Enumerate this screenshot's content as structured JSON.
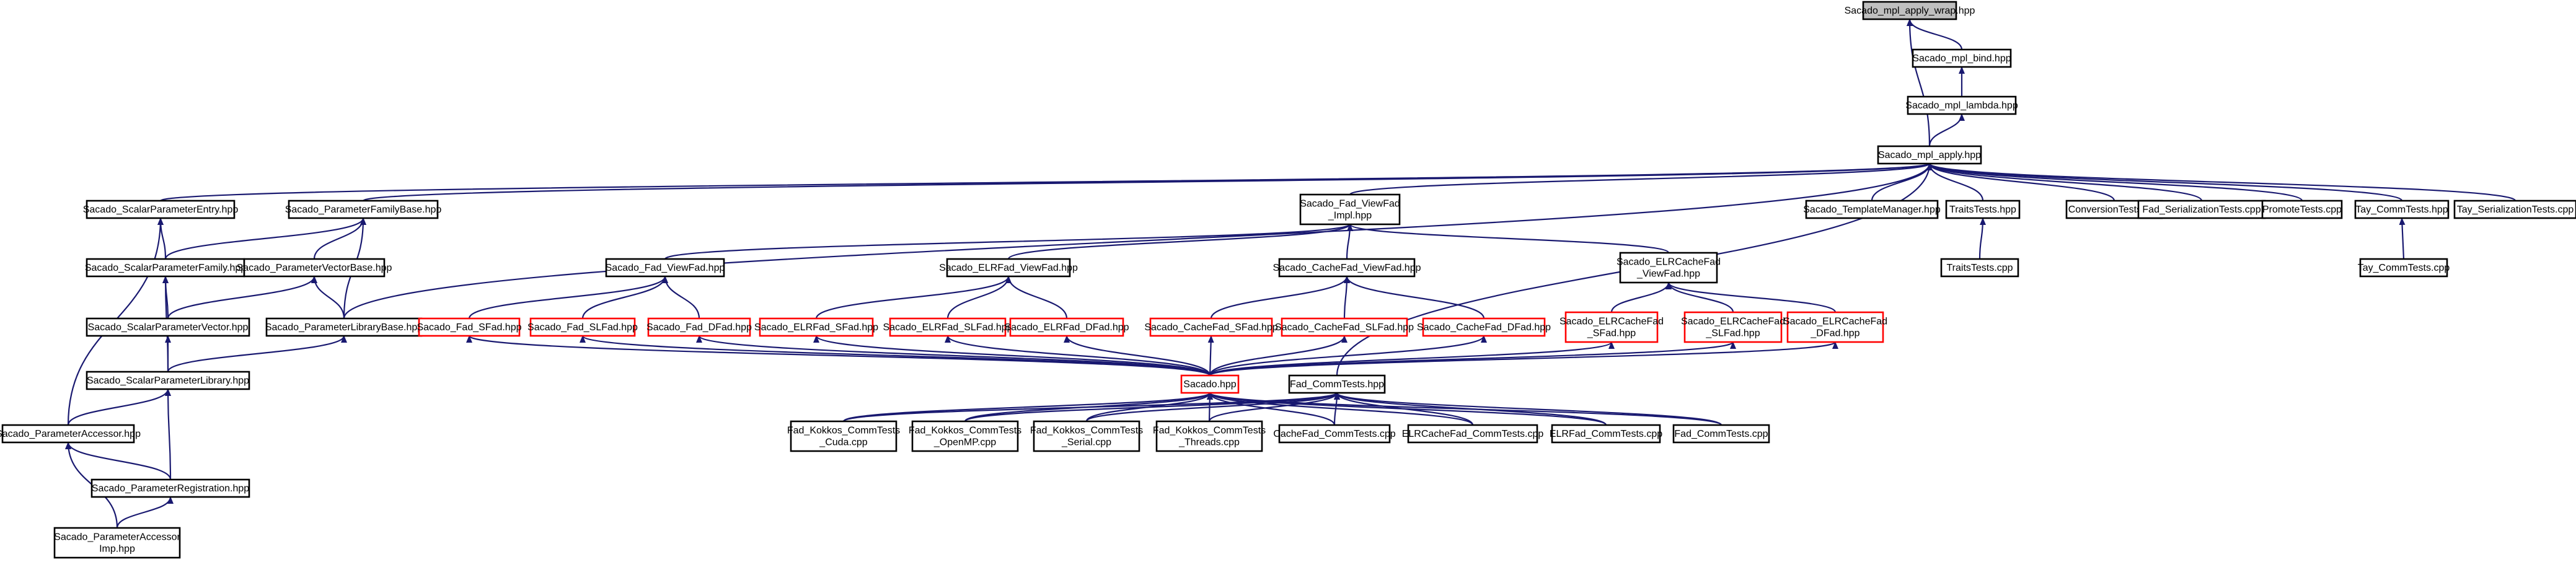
{
  "title": "Sacado_mpl_apply_wrap.hpp",
  "colors": {
    "edge": "#191970",
    "node_border": "#000000",
    "node_border_incomplete": "#ff0000",
    "root_fill": "#bfbfbf",
    "background": "#ffffff"
  },
  "nodes": [
    {
      "id": "apply_wrap",
      "lines": [
        "Sacado_mpl_apply_wrap.hpp"
      ],
      "style": "root"
    },
    {
      "id": "bind",
      "lines": [
        "Sacado_mpl_bind.hpp"
      ],
      "style": "normal"
    },
    {
      "id": "lambda",
      "lines": [
        "Sacado_mpl_lambda.hpp"
      ],
      "style": "normal"
    },
    {
      "id": "apply",
      "lines": [
        "Sacado_mpl_apply.hpp"
      ],
      "style": "normal"
    },
    {
      "id": "scalar_entry",
      "lines": [
        "Sacado_ScalarParameterEntry.hpp"
      ],
      "style": "normal"
    },
    {
      "id": "family_base",
      "lines": [
        "Sacado_ParameterFamilyBase.hpp"
      ],
      "style": "normal"
    },
    {
      "id": "viewfad_impl",
      "lines": [
        "Sacado_Fad_ViewFad",
        "_Impl.hpp"
      ],
      "style": "normal"
    },
    {
      "id": "template_manager",
      "lines": [
        "Sacado_TemplateManager.hpp"
      ],
      "style": "normal"
    },
    {
      "id": "traits_hpp",
      "lines": [
        "TraitsTests.hpp"
      ],
      "style": "normal"
    },
    {
      "id": "conversion",
      "lines": [
        "ConversionTests.cpp"
      ],
      "style": "normal"
    },
    {
      "id": "fad_serial",
      "lines": [
        "Fad_SerializationTests.cpp"
      ],
      "style": "normal"
    },
    {
      "id": "promote",
      "lines": [
        "PromoteTests.cpp"
      ],
      "style": "normal"
    },
    {
      "id": "tay_comm_hpp",
      "lines": [
        "Tay_CommTests.hpp"
      ],
      "style": "normal"
    },
    {
      "id": "tay_serial",
      "lines": [
        "Tay_SerializationTests.cpp"
      ],
      "style": "normal"
    },
    {
      "id": "scalar_family",
      "lines": [
        "Sacado_ScalarParameterFamily.hpp"
      ],
      "style": "normal"
    },
    {
      "id": "vector_base",
      "lines": [
        "Sacado_ParameterVectorBase.hpp"
      ],
      "style": "normal"
    },
    {
      "id": "fad_viewfad",
      "lines": [
        "Sacado_Fad_ViewFad.hpp"
      ],
      "style": "normal"
    },
    {
      "id": "elr_viewfad",
      "lines": [
        "Sacado_ELRFad_ViewFad.hpp"
      ],
      "style": "normal"
    },
    {
      "id": "cache_viewfad",
      "lines": [
        "Sacado_CacheFad_ViewFad.hpp"
      ],
      "style": "normal"
    },
    {
      "id": "elrcache_viewfad",
      "lines": [
        "Sacado_ELRCacheFad",
        "_ViewFad.hpp"
      ],
      "style": "normal"
    },
    {
      "id": "traits_cpp",
      "lines": [
        "TraitsTests.cpp"
      ],
      "style": "normal"
    },
    {
      "id": "tay_comm_cpp",
      "lines": [
        "Tay_CommTests.cpp"
      ],
      "style": "normal"
    },
    {
      "id": "scalar_vector",
      "lines": [
        "Sacado_ScalarParameterVector.hpp"
      ],
      "style": "normal"
    },
    {
      "id": "library_base",
      "lines": [
        "Sacado_ParameterLibraryBase.hpp"
      ],
      "style": "normal"
    },
    {
      "id": "fad_sfad",
      "lines": [
        "Sacado_Fad_SFad.hpp"
      ],
      "style": "red"
    },
    {
      "id": "fad_slfad",
      "lines": [
        "Sacado_Fad_SLFad.hpp"
      ],
      "style": "red"
    },
    {
      "id": "fad_dfad",
      "lines": [
        "Sacado_Fad_DFad.hpp"
      ],
      "style": "red"
    },
    {
      "id": "elr_sfad",
      "lines": [
        "Sacado_ELRFad_SFad.hpp"
      ],
      "style": "red"
    },
    {
      "id": "elr_slfad",
      "lines": [
        "Sacado_ELRFad_SLFad.hpp"
      ],
      "style": "red"
    },
    {
      "id": "elr_dfad",
      "lines": [
        "Sacado_ELRFad_DFad.hpp"
      ],
      "style": "red"
    },
    {
      "id": "cache_sfad",
      "lines": [
        "Sacado_CacheFad_SFad.hpp"
      ],
      "style": "red"
    },
    {
      "id": "cache_slfad",
      "lines": [
        "Sacado_CacheFad_SLFad.hpp"
      ],
      "style": "red"
    },
    {
      "id": "cache_dfad",
      "lines": [
        "Sacado_CacheFad_DFad.hpp"
      ],
      "style": "red"
    },
    {
      "id": "elrcache_sfad",
      "lines": [
        "Sacado_ELRCacheFad",
        "_SFad.hpp"
      ],
      "style": "red"
    },
    {
      "id": "elrcache_slfad",
      "lines": [
        "Sacado_ELRCacheFad",
        "_SLFad.hpp"
      ],
      "style": "red"
    },
    {
      "id": "elrcache_dfad",
      "lines": [
        "Sacado_ELRCacheFad",
        "_DFad.hpp"
      ],
      "style": "red"
    },
    {
      "id": "scalar_library",
      "lines": [
        "Sacado_ScalarParameterLibrary.hpp"
      ],
      "style": "normal"
    },
    {
      "id": "sacado_hpp",
      "lines": [
        "Sacado.hpp"
      ],
      "style": "red"
    },
    {
      "id": "fad_comm_hpp",
      "lines": [
        "Fad_CommTests.hpp"
      ],
      "style": "normal"
    },
    {
      "id": "param_accessor",
      "lines": [
        "Sacado_ParameterAccessor.hpp"
      ],
      "style": "normal"
    },
    {
      "id": "kokkos_cuda",
      "lines": [
        "Fad_Kokkos_CommTests",
        "_Cuda.cpp"
      ],
      "style": "normal"
    },
    {
      "id": "kokkos_openmp",
      "lines": [
        "Fad_Kokkos_CommTests",
        "_OpenMP.cpp"
      ],
      "style": "normal"
    },
    {
      "id": "kokkos_serial",
      "lines": [
        "Fad_Kokkos_CommTests",
        "_Serial.cpp"
      ],
      "style": "normal"
    },
    {
      "id": "kokkos_threads",
      "lines": [
        "Fad_Kokkos_CommTests",
        "_Threads.cpp"
      ],
      "style": "normal"
    },
    {
      "id": "cachefad_comm",
      "lines": [
        "CacheFad_CommTests.cpp"
      ],
      "style": "normal"
    },
    {
      "id": "elrcachefad_comm",
      "lines": [
        "ELRCacheFad_CommTests.cpp"
      ],
      "style": "normal"
    },
    {
      "id": "elrfad_comm",
      "lines": [
        "ELRFad_CommTests.cpp"
      ],
      "style": "normal"
    },
    {
      "id": "fad_comm_cpp",
      "lines": [
        "Fad_CommTests.cpp"
      ],
      "style": "normal"
    },
    {
      "id": "param_registration",
      "lines": [
        "Sacado_ParameterRegistration.hpp"
      ],
      "style": "normal"
    },
    {
      "id": "param_accessor_imp",
      "lines": [
        "Sacado_ParameterAccessor",
        "Imp.hpp"
      ],
      "style": "normal"
    }
  ],
  "edges": [
    [
      "apply_wrap",
      "bind"
    ],
    [
      "bind",
      "lambda"
    ],
    [
      "lambda",
      "apply"
    ],
    [
      "apply_wrap",
      "apply"
    ],
    [
      "apply",
      "scalar_entry"
    ],
    [
      "apply",
      "family_base"
    ],
    [
      "apply",
      "viewfad_impl"
    ],
    [
      "apply",
      "template_manager"
    ],
    [
      "apply",
      "traits_hpp"
    ],
    [
      "apply",
      "conversion"
    ],
    [
      "apply",
      "fad_serial"
    ],
    [
      "apply",
      "promote"
    ],
    [
      "apply",
      "tay_comm_hpp"
    ],
    [
      "apply",
      "tay_serial"
    ],
    [
      "apply",
      "library_base"
    ],
    [
      "apply",
      "fad_comm_hpp"
    ],
    [
      "traits_hpp",
      "traits_cpp"
    ],
    [
      "tay_comm_hpp",
      "tay_comm_cpp"
    ],
    [
      "scalar_entry",
      "scalar_family"
    ],
    [
      "scalar_entry",
      "param_accessor"
    ],
    [
      "family_base",
      "scalar_family"
    ],
    [
      "family_base",
      "vector_base"
    ],
    [
      "family_base",
      "library_base"
    ],
    [
      "scalar_family",
      "scalar_vector"
    ],
    [
      "scalar_family",
      "scalar_library"
    ],
    [
      "vector_base",
      "scalar_vector"
    ],
    [
      "vector_base",
      "library_base"
    ],
    [
      "scalar_vector",
      "scalar_library"
    ],
    [
      "library_base",
      "scalar_library"
    ],
    [
      "scalar_library",
      "param_accessor"
    ],
    [
      "scalar_library",
      "param_registration"
    ],
    [
      "param_accessor",
      "param_registration"
    ],
    [
      "param_accessor",
      "param_accessor_imp"
    ],
    [
      "param_registration",
      "param_accessor_imp"
    ],
    [
      "viewfad_impl",
      "fad_viewfad"
    ],
    [
      "viewfad_impl",
      "elr_viewfad"
    ],
    [
      "viewfad_impl",
      "cache_viewfad"
    ],
    [
      "viewfad_impl",
      "elrcache_viewfad"
    ],
    [
      "fad_viewfad",
      "fad_sfad"
    ],
    [
      "fad_viewfad",
      "fad_slfad"
    ],
    [
      "fad_viewfad",
      "fad_dfad"
    ],
    [
      "elr_viewfad",
      "elr_sfad"
    ],
    [
      "elr_viewfad",
      "elr_slfad"
    ],
    [
      "elr_viewfad",
      "elr_dfad"
    ],
    [
      "cache_viewfad",
      "cache_sfad"
    ],
    [
      "cache_viewfad",
      "cache_slfad"
    ],
    [
      "cache_viewfad",
      "cache_dfad"
    ],
    [
      "elrcache_viewfad",
      "elrcache_sfad"
    ],
    [
      "elrcache_viewfad",
      "elrcache_slfad"
    ],
    [
      "elrcache_viewfad",
      "elrcache_dfad"
    ],
    [
      "fad_sfad",
      "sacado_hpp"
    ],
    [
      "fad_slfad",
      "sacado_hpp"
    ],
    [
      "fad_dfad",
      "sacado_hpp"
    ],
    [
      "elr_sfad",
      "sacado_hpp"
    ],
    [
      "elr_slfad",
      "sacado_hpp"
    ],
    [
      "elr_dfad",
      "sacado_hpp"
    ],
    [
      "cache_sfad",
      "sacado_hpp"
    ],
    [
      "cache_slfad",
      "sacado_hpp"
    ],
    [
      "cache_dfad",
      "sacado_hpp"
    ],
    [
      "elrcache_sfad",
      "sacado_hpp"
    ],
    [
      "elrcache_slfad",
      "sacado_hpp"
    ],
    [
      "elrcache_dfad",
      "sacado_hpp"
    ],
    [
      "sacado_hpp",
      "kokkos_cuda"
    ],
    [
      "sacado_hpp",
      "kokkos_openmp"
    ],
    [
      "sacado_hpp",
      "kokkos_serial"
    ],
    [
      "sacado_hpp",
      "kokkos_threads"
    ],
    [
      "sacado_hpp",
      "cachefad_comm"
    ],
    [
      "sacado_hpp",
      "elrcachefad_comm"
    ],
    [
      "sacado_hpp",
      "elrfad_comm"
    ],
    [
      "sacado_hpp",
      "fad_comm_cpp"
    ],
    [
      "fad_comm_hpp",
      "kokkos_cuda"
    ],
    [
      "fad_comm_hpp",
      "kokkos_openmp"
    ],
    [
      "fad_comm_hpp",
      "kokkos_serial"
    ],
    [
      "fad_comm_hpp",
      "kokkos_threads"
    ],
    [
      "fad_comm_hpp",
      "cachefad_comm"
    ],
    [
      "fad_comm_hpp",
      "elrcachefad_comm"
    ],
    [
      "fad_comm_hpp",
      "elrfad_comm"
    ],
    [
      "fad_comm_hpp",
      "fad_comm_cpp"
    ]
  ]
}
